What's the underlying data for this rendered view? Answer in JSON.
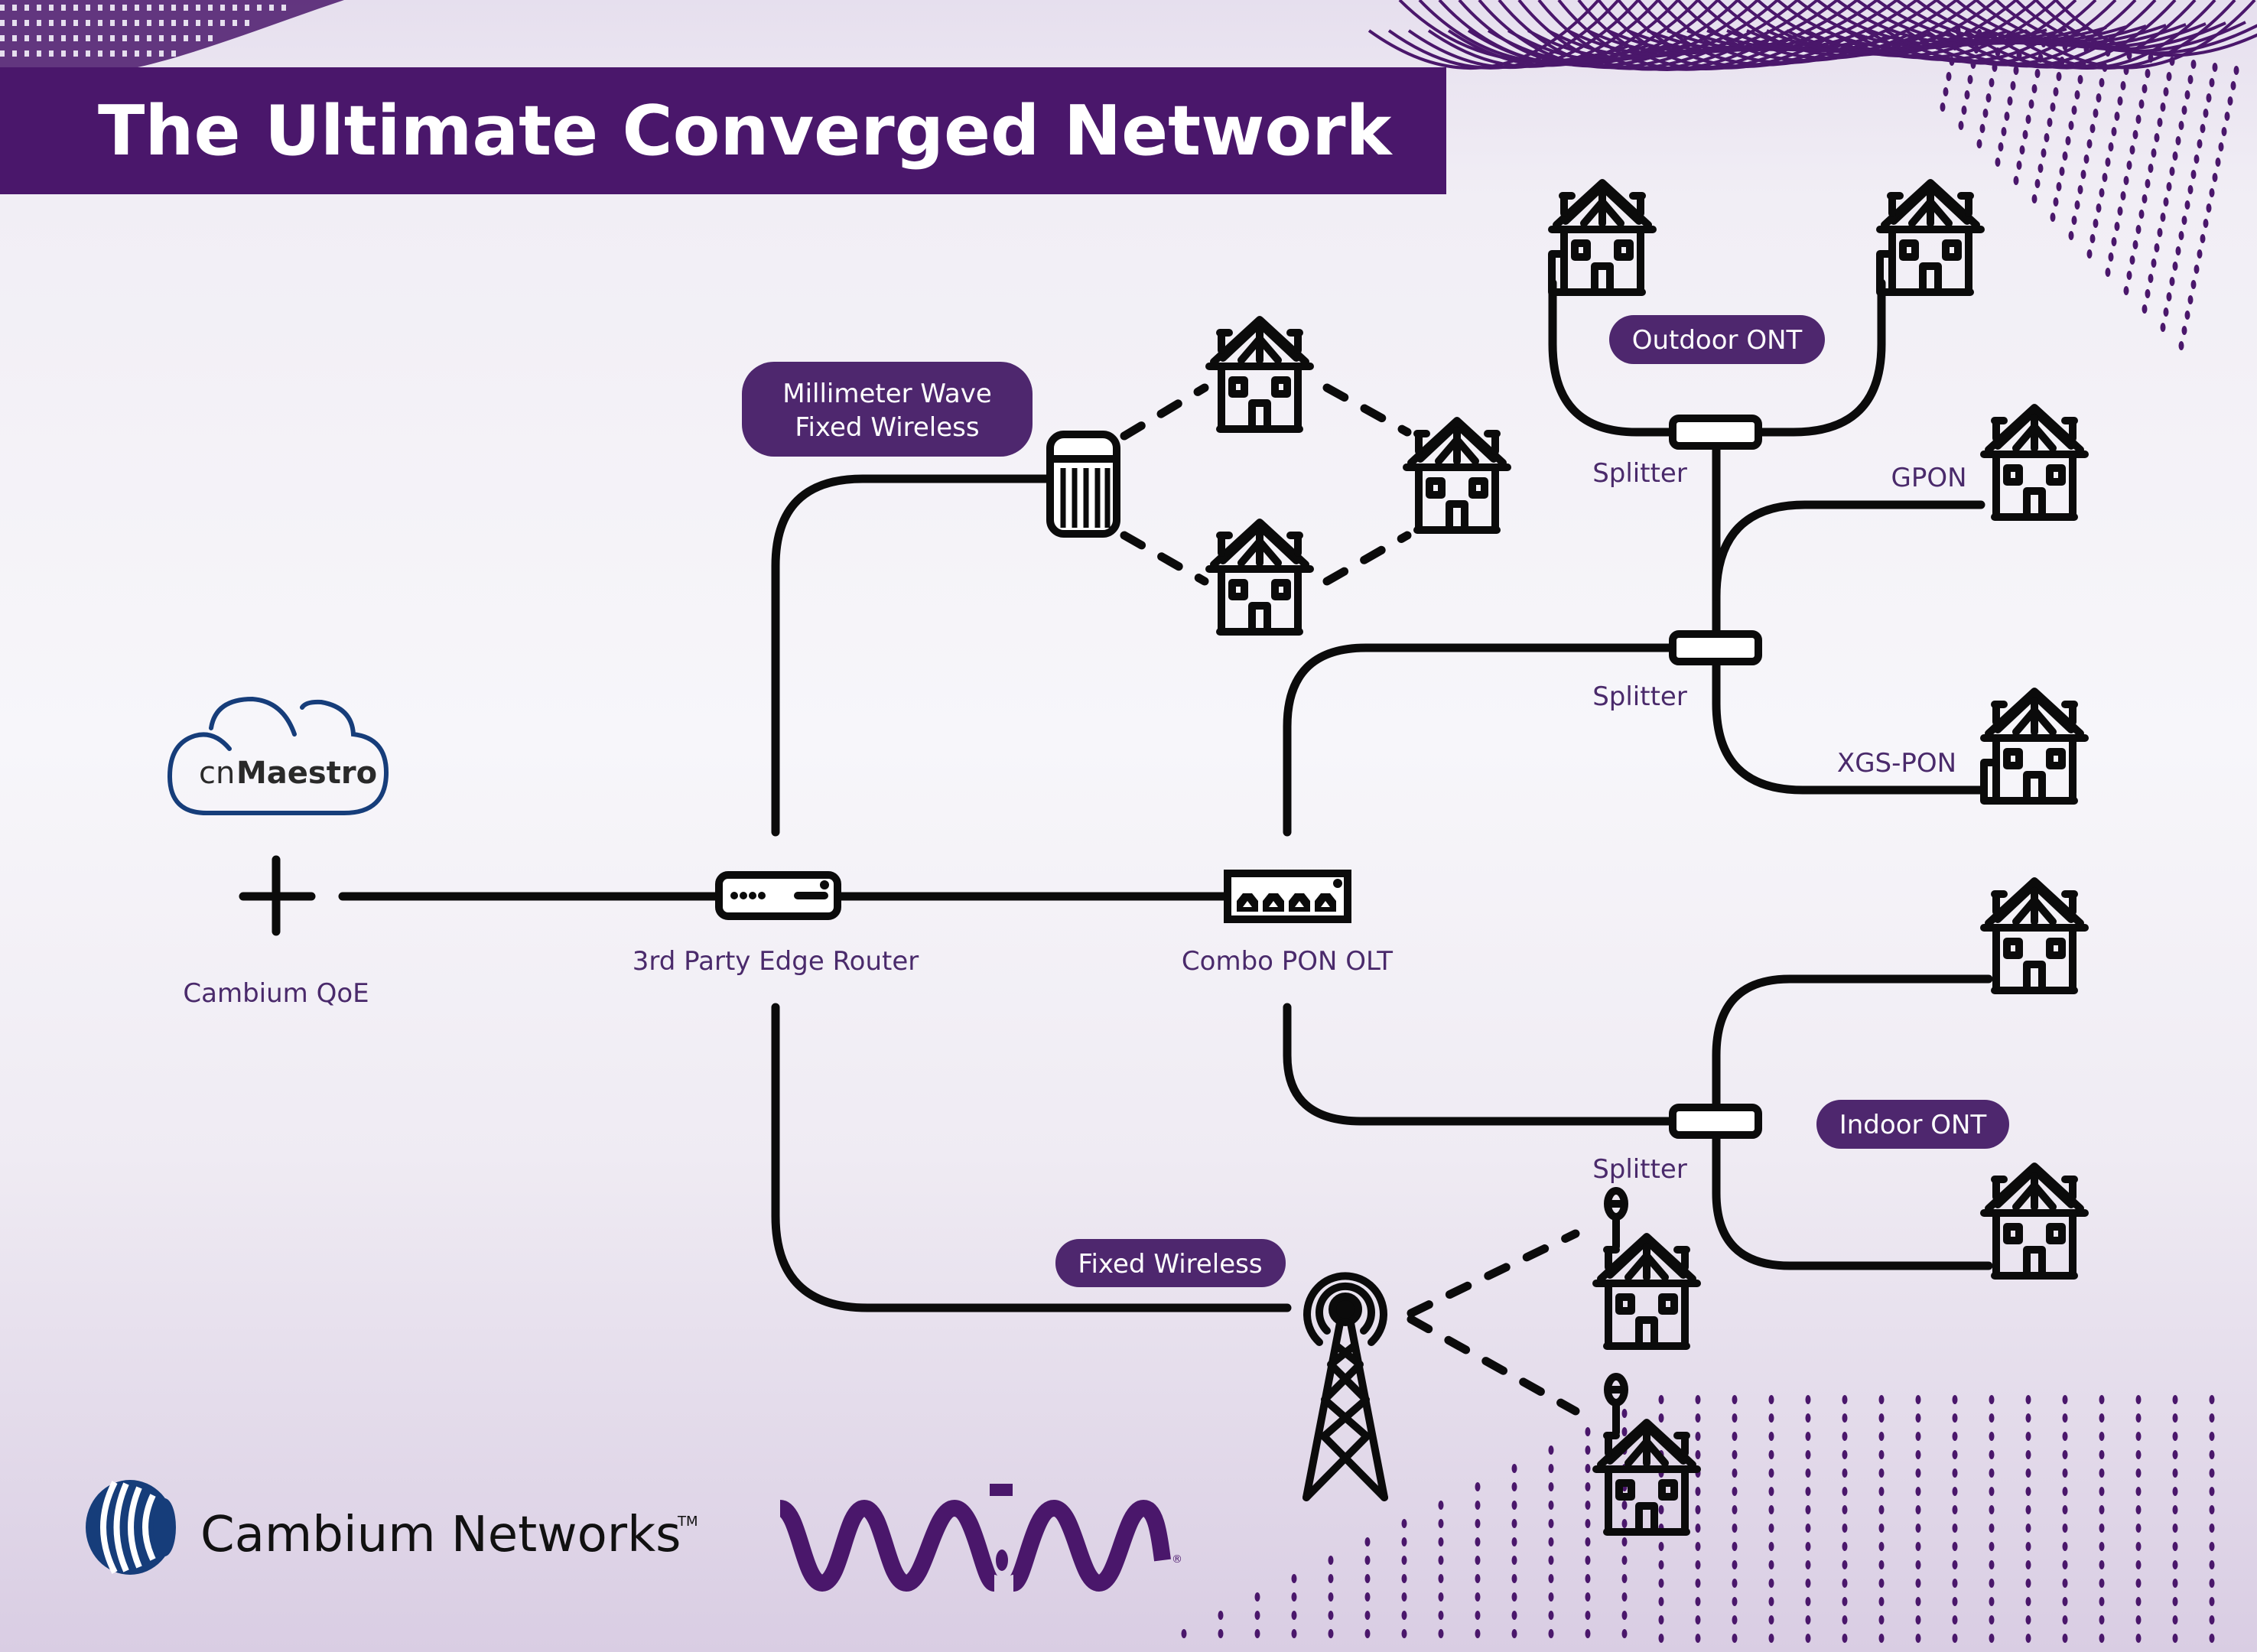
{
  "title": "The Ultimate Converged Network",
  "colors": {
    "brand_purple": "#4a176b",
    "pill_purple": "#4e276e",
    "label_text": "#4a2a6b",
    "line": "#0b0b0b",
    "cambium_blue": "#163d7a"
  },
  "nodes": {
    "cnmaestro": {
      "prefix": "cn",
      "name": "Maestro",
      "icon": "cloud-icon"
    },
    "qoe": {
      "label": "Cambium QoE",
      "icon": "plus-icon"
    },
    "router": {
      "label": "3rd Party Edge Router",
      "icon": "router-icon"
    },
    "olt": {
      "label": "Combo PON OLT",
      "icon": "olt-icon"
    },
    "mmwave": {
      "label_line1": "Millimeter Wave",
      "label_line2": "Fixed Wireless",
      "icon": "mmwave-radio-icon"
    },
    "fixed_wireless": {
      "label": "Fixed Wireless",
      "icon": "cell-tower-icon"
    }
  },
  "pills": {
    "outdoor_ont": "Outdoor ONT",
    "indoor_ont": "Indoor ONT"
  },
  "splitters": [
    {
      "label": "Splitter"
    },
    {
      "label": "Splitter"
    },
    {
      "label": "Splitter"
    }
  ],
  "branch_labels": {
    "gpon": "GPON",
    "xgs_pon": "XGS-PON"
  },
  "houses": {
    "count": 11,
    "icon": "house-icon"
  },
  "logos": {
    "cambium": {
      "name": "Cambium Networks",
      "trademark": "TM"
    },
    "wav": {
      "name": "WAV",
      "registered": "®"
    }
  }
}
